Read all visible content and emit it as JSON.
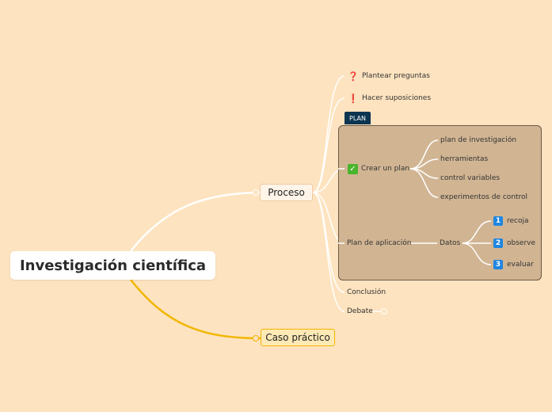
{
  "root": {
    "label": "Investigación científica"
  },
  "branches": {
    "proceso": {
      "label": "Proceso",
      "children": {
        "plantear": {
          "label": "Plantear preguntas",
          "icon": "question-icon"
        },
        "hacer": {
          "label": "Hacer suposiciones",
          "icon": "exclamation-icon"
        },
        "plan": {
          "tag": "PLAN",
          "crear": {
            "label": "Crear un plan",
            "icon": "check-icon",
            "items": [
              "plan de investigación",
              "herramientas",
              "control variables",
              "experimentos de control"
            ]
          },
          "aplicacion": {
            "label": "Plan de aplicación",
            "datos": {
              "label": "Datos",
              "items": [
                {
                  "num": "1",
                  "label": "recoja"
                },
                {
                  "num": "2",
                  "label": "observe"
                },
                {
                  "num": "3",
                  "label": "evaluar"
                }
              ]
            }
          }
        },
        "conclusion": {
          "label": "Conclusión"
        },
        "debate": {
          "label": "Debate"
        }
      }
    },
    "caso": {
      "label": "Caso práctico"
    }
  },
  "colors": {
    "background": "#fde3bf",
    "proceso_line": "#ffffff",
    "caso_line": "#f2b600",
    "plan_boundary": "#d1b593",
    "plan_tag": "#0c3550",
    "check": "#49b42c",
    "number_badge": "#1e86e0"
  }
}
